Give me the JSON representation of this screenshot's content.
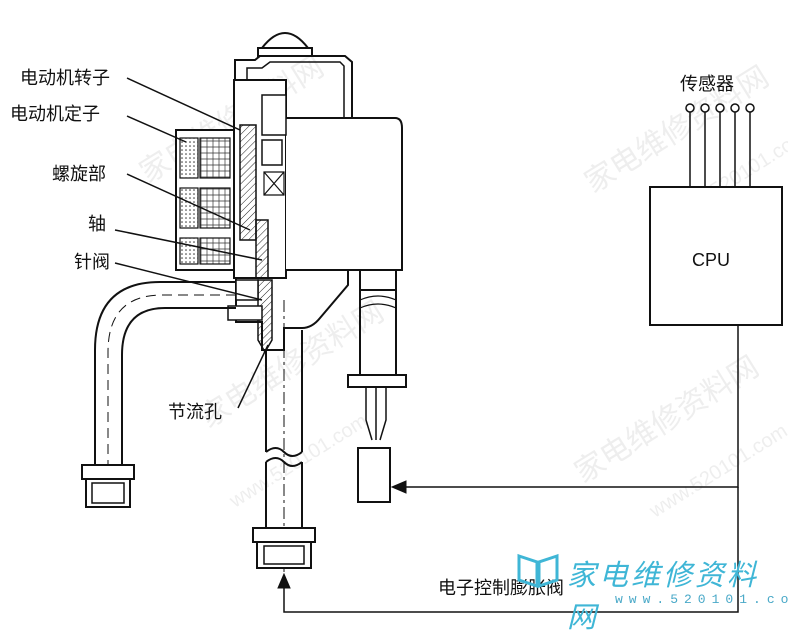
{
  "labels": {
    "motor_rotor": "电动机转子",
    "motor_stator": "电动机定子",
    "spiral": "螺旋部",
    "shaft": "轴",
    "needle_valve": "针阀",
    "orifice": "节流孔",
    "sensor": "传感器",
    "cpu": "CPU",
    "caption": "电子控制膨胀阀"
  },
  "watermark": {
    "text": "家电维修资料网",
    "site": "www.520101.com"
  },
  "brand": {
    "name": "家电维修资料网",
    "site": "www.520101.com"
  }
}
